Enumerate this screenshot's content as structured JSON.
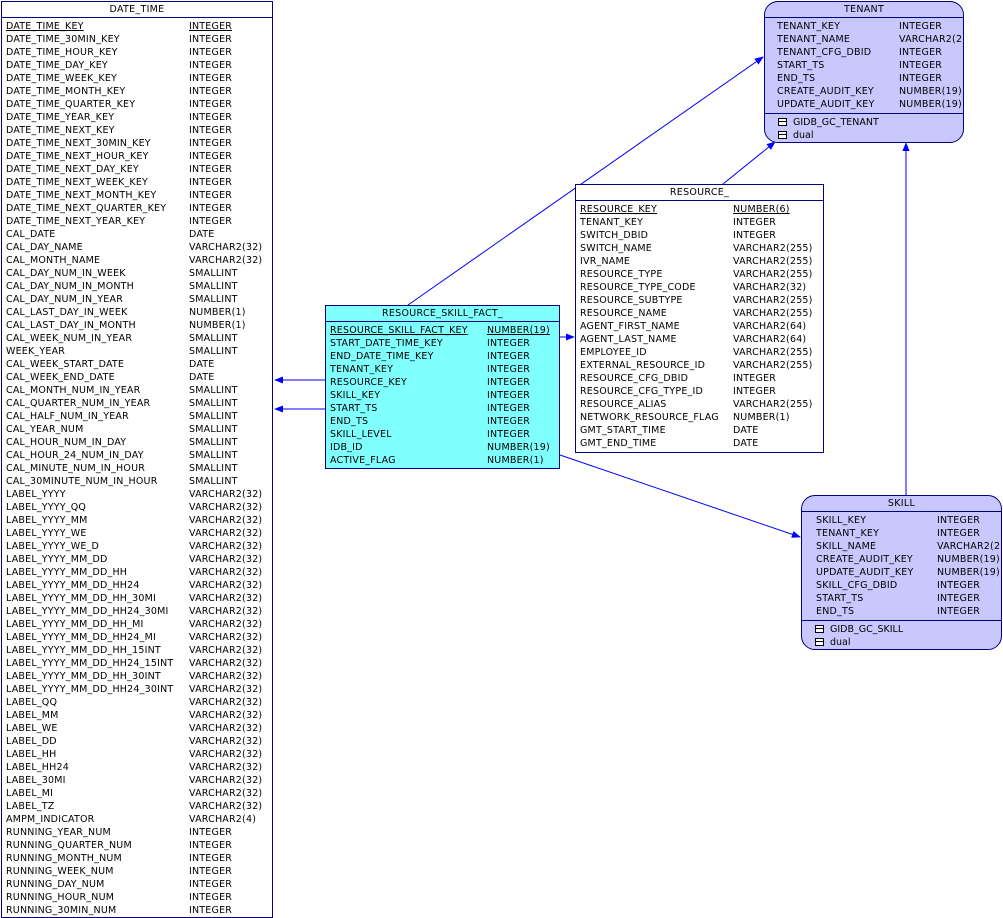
{
  "colors": {
    "line": "#0000ff",
    "border": "#000080",
    "fact": "#80ffff",
    "dimension": "#c8c8ff"
  },
  "entities": {
    "date_time": {
      "title": "DATE_TIME",
      "attributes": [
        {
          "name": "DATE_TIME_KEY",
          "type": "INTEGER",
          "pk": true
        },
        {
          "name": "DATE_TIME_30MIN_KEY",
          "type": "INTEGER"
        },
        {
          "name": "DATE_TIME_HOUR_KEY",
          "type": "INTEGER"
        },
        {
          "name": "DATE_TIME_DAY_KEY",
          "type": "INTEGER"
        },
        {
          "name": "DATE_TIME_WEEK_KEY",
          "type": "INTEGER"
        },
        {
          "name": "DATE_TIME_MONTH_KEY",
          "type": "INTEGER"
        },
        {
          "name": "DATE_TIME_QUARTER_KEY",
          "type": "INTEGER"
        },
        {
          "name": "DATE_TIME_YEAR_KEY",
          "type": "INTEGER"
        },
        {
          "name": "DATE_TIME_NEXT_KEY",
          "type": "INTEGER"
        },
        {
          "name": "DATE_TIME_NEXT_30MIN_KEY",
          "type": "INTEGER"
        },
        {
          "name": "DATE_TIME_NEXT_HOUR_KEY",
          "type": "INTEGER"
        },
        {
          "name": "DATE_TIME_NEXT_DAY_KEY",
          "type": "INTEGER"
        },
        {
          "name": "DATE_TIME_NEXT_WEEK_KEY",
          "type": "INTEGER"
        },
        {
          "name": "DATE_TIME_NEXT_MONTH_KEY",
          "type": "INTEGER"
        },
        {
          "name": "DATE_TIME_NEXT_QUARTER_KEY",
          "type": "INTEGER"
        },
        {
          "name": "DATE_TIME_NEXT_YEAR_KEY",
          "type": "INTEGER"
        },
        {
          "name": "CAL_DATE",
          "type": "DATE"
        },
        {
          "name": "CAL_DAY_NAME",
          "type": "VARCHAR2(32)"
        },
        {
          "name": "CAL_MONTH_NAME",
          "type": "VARCHAR2(32)"
        },
        {
          "name": "CAL_DAY_NUM_IN_WEEK",
          "type": "SMALLINT"
        },
        {
          "name": "CAL_DAY_NUM_IN_MONTH",
          "type": "SMALLINT"
        },
        {
          "name": "CAL_DAY_NUM_IN_YEAR",
          "type": "SMALLINT"
        },
        {
          "name": "CAL_LAST_DAY_IN_WEEK",
          "type": "NUMBER(1)"
        },
        {
          "name": "CAL_LAST_DAY_IN_MONTH",
          "type": "NUMBER(1)"
        },
        {
          "name": "CAL_WEEK_NUM_IN_YEAR",
          "type": "SMALLINT"
        },
        {
          "name": "WEEK_YEAR",
          "type": "SMALLINT"
        },
        {
          "name": "CAL_WEEK_START_DATE",
          "type": "DATE"
        },
        {
          "name": "CAL_WEEK_END_DATE",
          "type": "DATE"
        },
        {
          "name": "CAL_MONTH_NUM_IN_YEAR",
          "type": "SMALLINT"
        },
        {
          "name": "CAL_QUARTER_NUM_IN_YEAR",
          "type": "SMALLINT"
        },
        {
          "name": "CAL_HALF_NUM_IN_YEAR",
          "type": "SMALLINT"
        },
        {
          "name": "CAL_YEAR_NUM",
          "type": "SMALLINT"
        },
        {
          "name": "CAL_HOUR_NUM_IN_DAY",
          "type": "SMALLINT"
        },
        {
          "name": "CAL_HOUR_24_NUM_IN_DAY",
          "type": "SMALLINT"
        },
        {
          "name": "CAL_MINUTE_NUM_IN_HOUR",
          "type": "SMALLINT"
        },
        {
          "name": "CAL_30MINUTE_NUM_IN_HOUR",
          "type": "SMALLINT"
        },
        {
          "name": "LABEL_YYYY",
          "type": "VARCHAR2(32)"
        },
        {
          "name": "LABEL_YYYY_QQ",
          "type": "VARCHAR2(32)"
        },
        {
          "name": "LABEL_YYYY_MM",
          "type": "VARCHAR2(32)"
        },
        {
          "name": "LABEL_YYYY_WE",
          "type": "VARCHAR2(32)"
        },
        {
          "name": "LABEL_YYYY_WE_D",
          "type": "VARCHAR2(32)"
        },
        {
          "name": "LABEL_YYYY_MM_DD",
          "type": "VARCHAR2(32)"
        },
        {
          "name": "LABEL_YYYY_MM_DD_HH",
          "type": "VARCHAR2(32)"
        },
        {
          "name": "LABEL_YYYY_MM_DD_HH24",
          "type": "VARCHAR2(32)"
        },
        {
          "name": "LABEL_YYYY_MM_DD_HH_30MI",
          "type": "VARCHAR2(32)"
        },
        {
          "name": "LABEL_YYYY_MM_DD_HH24_30MI",
          "type": "VARCHAR2(32)"
        },
        {
          "name": "LABEL_YYYY_MM_DD_HH_MI",
          "type": "VARCHAR2(32)"
        },
        {
          "name": "LABEL_YYYY_MM_DD_HH24_MI",
          "type": "VARCHAR2(32)"
        },
        {
          "name": "LABEL_YYYY_MM_DD_HH_15INT",
          "type": "VARCHAR2(32)"
        },
        {
          "name": "LABEL_YYYY_MM_DD_HH24_15INT",
          "type": "VARCHAR2(32)"
        },
        {
          "name": "LABEL_YYYY_MM_DD_HH_30INT",
          "type": "VARCHAR2(32)"
        },
        {
          "name": "LABEL_YYYY_MM_DD_HH24_30INT",
          "type": "VARCHAR2(32)"
        },
        {
          "name": "LABEL_QQ",
          "type": "VARCHAR2(32)"
        },
        {
          "name": "LABEL_MM",
          "type": "VARCHAR2(32)"
        },
        {
          "name": "LABEL_WE",
          "type": "VARCHAR2(32)"
        },
        {
          "name": "LABEL_DD",
          "type": "VARCHAR2(32)"
        },
        {
          "name": "LABEL_HH",
          "type": "VARCHAR2(32)"
        },
        {
          "name": "LABEL_HH24",
          "type": "VARCHAR2(32)"
        },
        {
          "name": "LABEL_30MI",
          "type": "VARCHAR2(32)"
        },
        {
          "name": "LABEL_MI",
          "type": "VARCHAR2(32)"
        },
        {
          "name": "LABEL_TZ",
          "type": "VARCHAR2(32)"
        },
        {
          "name": "AMPM_INDICATOR",
          "type": "VARCHAR2(4)"
        },
        {
          "name": "RUNNING_YEAR_NUM",
          "type": "INTEGER"
        },
        {
          "name": "RUNNING_QUARTER_NUM",
          "type": "INTEGER"
        },
        {
          "name": "RUNNING_MONTH_NUM",
          "type": "INTEGER"
        },
        {
          "name": "RUNNING_WEEK_NUM",
          "type": "INTEGER"
        },
        {
          "name": "RUNNING_DAY_NUM",
          "type": "INTEGER"
        },
        {
          "name": "RUNNING_HOUR_NUM",
          "type": "INTEGER"
        },
        {
          "name": "RUNNING_30MIN_NUM",
          "type": "INTEGER"
        }
      ]
    },
    "tenant": {
      "title": "TENANT",
      "attributes": [
        {
          "name": "TENANT_KEY",
          "type": "INTEGER"
        },
        {
          "name": "TENANT_NAME",
          "type": "VARCHAR2(2"
        },
        {
          "name": "TENANT_CFG_DBID",
          "type": "INTEGER"
        },
        {
          "name": "START_TS",
          "type": "INTEGER"
        },
        {
          "name": "END_TS",
          "type": "INTEGER"
        },
        {
          "name": "CREATE_AUDIT_KEY",
          "type": "NUMBER(19)"
        },
        {
          "name": "UPDATE_AUDIT_KEY",
          "type": "NUMBER(19)"
        }
      ],
      "synonyms": [
        "GIDB_GC_TENANT",
        "dual"
      ]
    },
    "resource": {
      "title": "RESOURCE_",
      "attributes": [
        {
          "name": "RESOURCE_KEY",
          "type": "NUMBER(6)",
          "pk": true
        },
        {
          "name": "TENANT_KEY",
          "type": "INTEGER"
        },
        {
          "name": "SWITCH_DBID",
          "type": "INTEGER"
        },
        {
          "name": "SWITCH_NAME",
          "type": "VARCHAR2(255)"
        },
        {
          "name": "IVR_NAME",
          "type": "VARCHAR2(255)"
        },
        {
          "name": "RESOURCE_TYPE",
          "type": "VARCHAR2(255)"
        },
        {
          "name": "RESOURCE_TYPE_CODE",
          "type": "VARCHAR2(32)"
        },
        {
          "name": "RESOURCE_SUBTYPE",
          "type": "VARCHAR2(255)"
        },
        {
          "name": "RESOURCE_NAME",
          "type": "VARCHAR2(255)"
        },
        {
          "name": "AGENT_FIRST_NAME",
          "type": "VARCHAR2(64)"
        },
        {
          "name": "AGENT_LAST_NAME",
          "type": "VARCHAR2(64)"
        },
        {
          "name": "EMPLOYEE_ID",
          "type": "VARCHAR2(255)"
        },
        {
          "name": "EXTERNAL_RESOURCE_ID",
          "type": "VARCHAR2(255)"
        },
        {
          "name": "RESOURCE_CFG_DBID",
          "type": "INTEGER"
        },
        {
          "name": "RESOURCE_CFG_TYPE_ID",
          "type": "INTEGER"
        },
        {
          "name": "RESOURCE_ALIAS",
          "type": "VARCHAR2(255)"
        },
        {
          "name": "NETWORK_RESOURCE_FLAG",
          "type": "NUMBER(1)"
        },
        {
          "name": "GMT_START_TIME",
          "type": "DATE"
        },
        {
          "name": "GMT_END_TIME",
          "type": "DATE"
        }
      ]
    },
    "resource_skill_fact": {
      "title": "RESOURCE_SKILL_FACT_",
      "attributes": [
        {
          "name": "RESOURCE_SKILL_FACT_KEY",
          "type": "NUMBER(19)",
          "pk": true
        },
        {
          "name": "START_DATE_TIME_KEY",
          "type": "INTEGER"
        },
        {
          "name": "END_DATE_TIME_KEY",
          "type": "INTEGER"
        },
        {
          "name": "TENANT_KEY",
          "type": "INTEGER"
        },
        {
          "name": "RESOURCE_KEY",
          "type": "INTEGER"
        },
        {
          "name": "SKILL_KEY",
          "type": "INTEGER"
        },
        {
          "name": "START_TS",
          "type": "INTEGER"
        },
        {
          "name": "END_TS",
          "type": "INTEGER"
        },
        {
          "name": "SKILL_LEVEL",
          "type": "INTEGER"
        },
        {
          "name": "IDB_ID",
          "type": "NUMBER(19)"
        },
        {
          "name": "ACTIVE_FLAG",
          "type": "NUMBER(1)"
        }
      ]
    },
    "skill": {
      "title": "SKILL",
      "attributes": [
        {
          "name": "SKILL_KEY",
          "type": "INTEGER"
        },
        {
          "name": "TENANT_KEY",
          "type": "INTEGER"
        },
        {
          "name": "SKILL_NAME",
          "type": "VARCHAR2(2"
        },
        {
          "name": "CREATE_AUDIT_KEY",
          "type": "NUMBER(19)"
        },
        {
          "name": "UPDATE_AUDIT_KEY",
          "type": "NUMBER(19)"
        },
        {
          "name": "SKILL_CFG_DBID",
          "type": "INTEGER"
        },
        {
          "name": "START_TS",
          "type": "INTEGER"
        },
        {
          "name": "END_TS",
          "type": "INTEGER"
        }
      ],
      "synonyms": [
        "GIDB_GC_SKILL",
        "dual"
      ]
    }
  }
}
